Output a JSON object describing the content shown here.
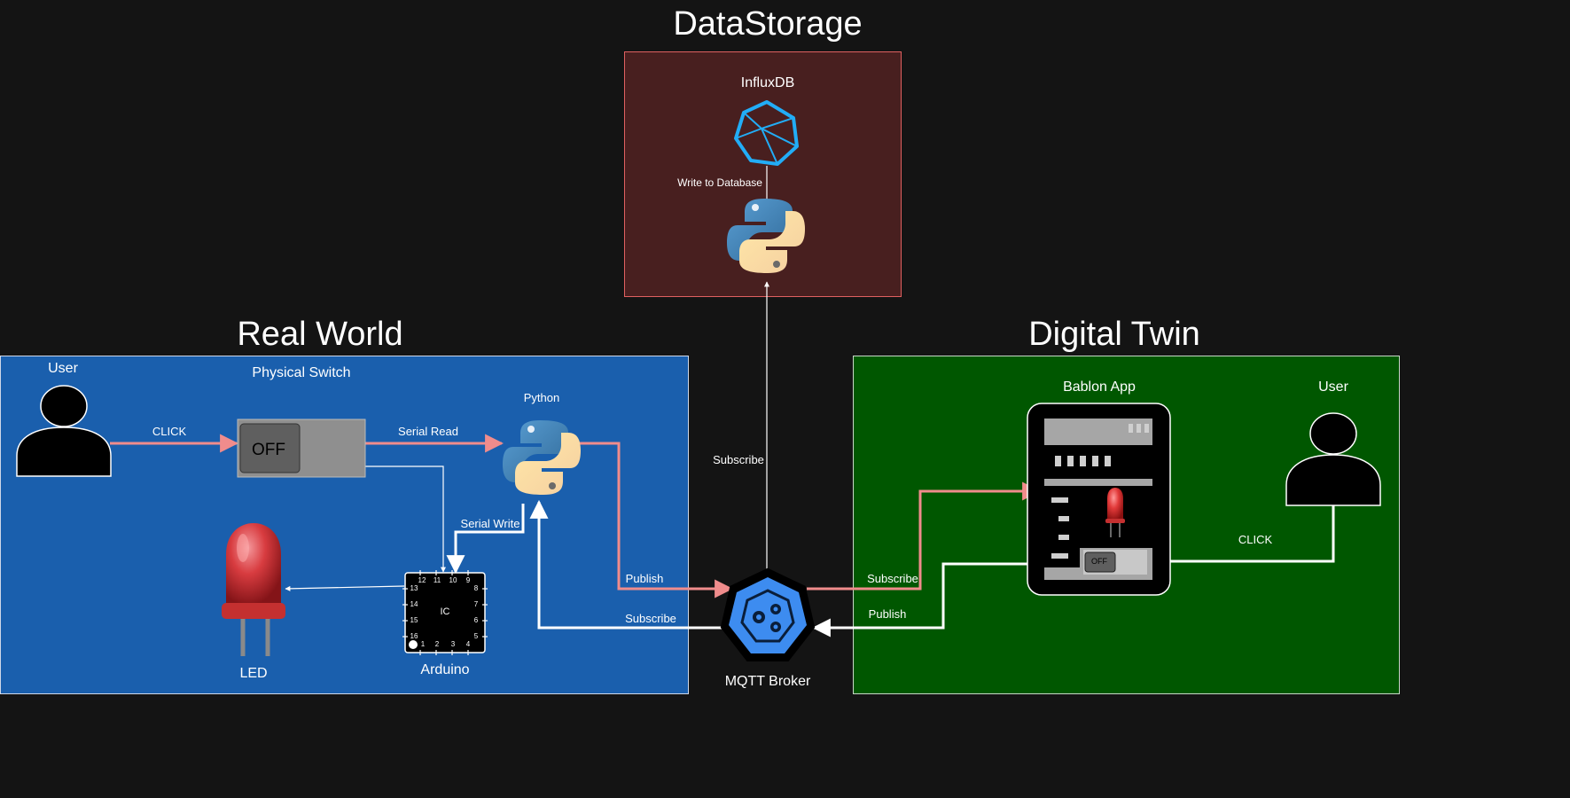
{
  "sections": {
    "data_storage": "DataStorage",
    "real_world": "Real World",
    "digital_twin": "Digital Twin"
  },
  "data_storage": {
    "db_label": "InfluxDB",
    "write_label": "Write to Database",
    "subscribe_label": "Subscribe"
  },
  "real_world": {
    "user_label": "User",
    "switch_label": "Physical Switch",
    "switch_state": "OFF",
    "click_label": "CLICK",
    "serial_read_label": "Serial Read",
    "python_label": "Python",
    "serial_write_label": "Serial Write",
    "led_label": "LED",
    "arduino_label": "Arduino",
    "ic_label": "IC",
    "pins_top": [
      "12",
      "11",
      "10",
      "9"
    ],
    "pins_left": [
      "13",
      "14",
      "15",
      "16"
    ],
    "pins_right": [
      "8",
      "7",
      "6",
      "5"
    ],
    "pins_bottom": [
      "1",
      "2",
      "3",
      "4"
    ],
    "publish_label": "Publish",
    "subscribe_label": "Subscribe"
  },
  "broker": {
    "label": "MQTT Broker"
  },
  "digital_twin": {
    "app_label": "Bablon App",
    "user_label": "User",
    "click_label": "CLICK",
    "subscribe_label": "Subscribe",
    "publish_label": "Publish",
    "app_switch_state": "OFF"
  },
  "colors": {
    "background": "#141414",
    "real_world_panel": "#1a5fad",
    "digital_twin_panel": "#005700",
    "data_storage_panel": "#481f1f",
    "data_storage_border": "#e06060",
    "pink_arrow": "#f08c8c",
    "white_arrow": "#ffffff",
    "broker_blue": "#3d8cf0",
    "influx_blue": "#22adf6"
  },
  "icons": {
    "user": "user-icon",
    "python": "python-logo-icon",
    "influx": "influxdb-icon",
    "broker": "mqtt-broker-icon",
    "led": "led-icon",
    "arduino": "arduino-chip-icon"
  }
}
